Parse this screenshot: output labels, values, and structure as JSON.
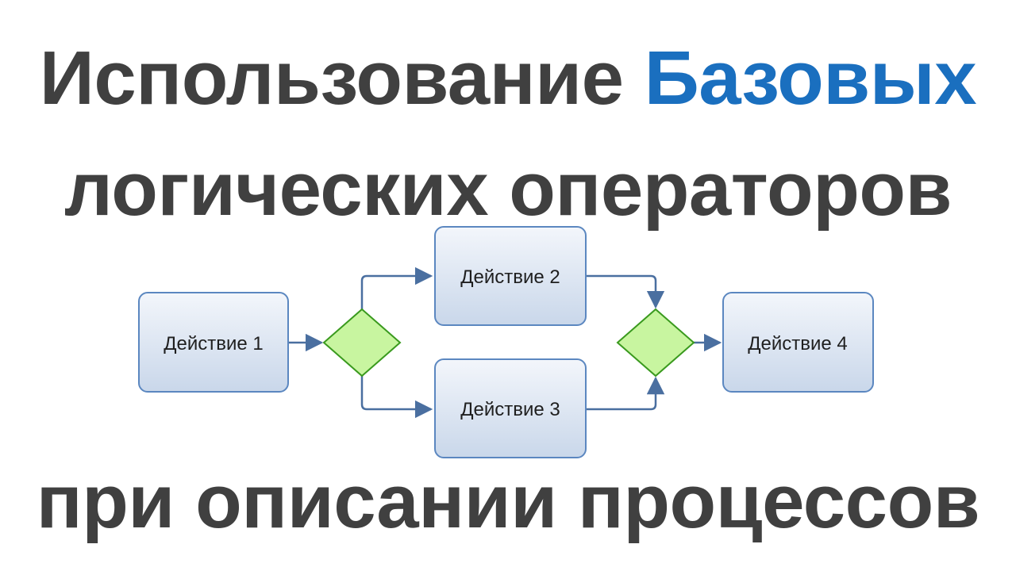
{
  "title": {
    "line1_part1": "Использование ",
    "line1_accent": "Базовых",
    "line2": "логических операторов",
    "line3": "при описании процессов"
  },
  "diagram": {
    "nodes": {
      "action1": "Действие 1",
      "action2": "Действие 2",
      "action3": "Действие 3",
      "action4": "Действие 4"
    }
  },
  "colors": {
    "title_text": "#404040",
    "title_accent": "#1a6fbf",
    "box_fill_top": "#f3f6fb",
    "box_fill_bottom": "#c9d7ea",
    "box_stroke": "#5b87c0",
    "gateway_fill": "#c8f5a0",
    "gateway_stroke": "#3a9a1e",
    "connector": "#4a6fa0"
  }
}
